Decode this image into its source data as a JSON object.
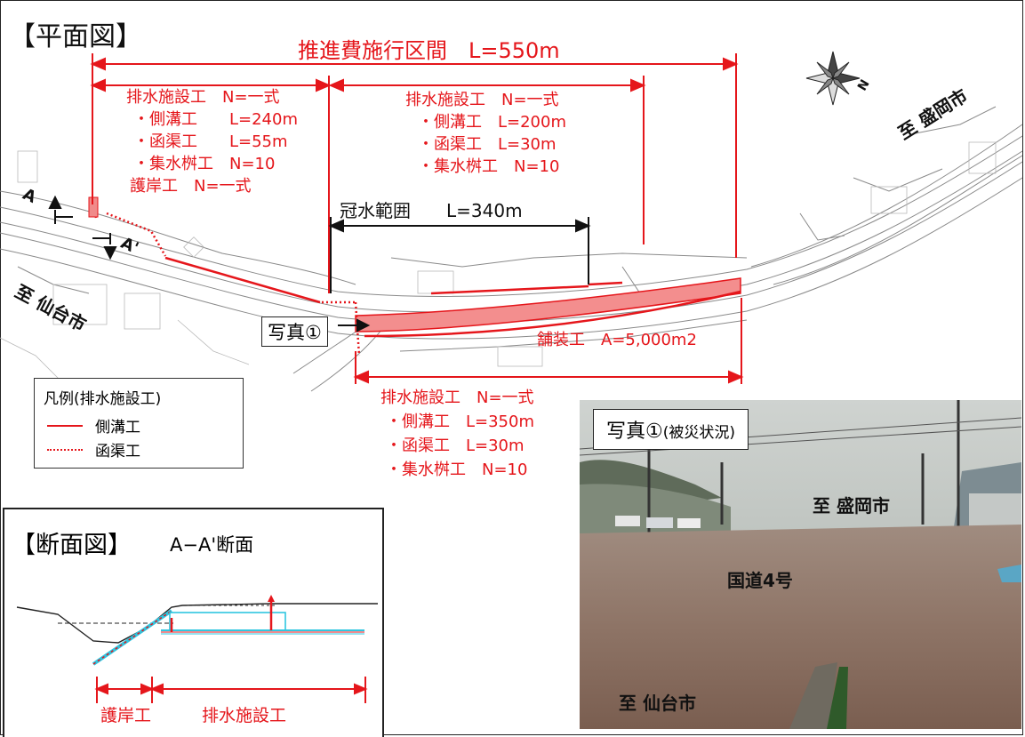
{
  "plan": {
    "title": "【平面図】",
    "total_section": "推進費施行区間　L=550m",
    "left_block": {
      "title": "排水施設工　N=一式",
      "items": [
        "・側溝工　　L=240m",
        "・函渠工　　L=55m",
        "・集水桝工　N=10"
      ],
      "revetment": "護岸工　N=一式"
    },
    "mid_block": {
      "title": "排水施設工　N=一式",
      "items": [
        "・側溝工　L=200m",
        "・函渠工　L=30m",
        "・集水桝工　N=10"
      ]
    },
    "flood": "冠水範囲　　L=340m",
    "pavement": "舗装工　A=5,000m2",
    "bottom_block": {
      "title": "排水施設工　N=一式",
      "items": [
        "・側溝工　L=350m",
        "・函渠工　L=30m",
        "・集水桝工　N=10"
      ]
    },
    "to_morioka": "至 盛岡市",
    "to_sendai": "至 仙台市",
    "photo_marker": "写真①",
    "section_mark_a": "A",
    "section_mark_a2": "A'",
    "compass_letter": "N"
  },
  "legend": {
    "title": "凡例(排水施設工)",
    "items": [
      {
        "label": "側溝工",
        "style": "solid",
        "color": "#e5161b"
      },
      {
        "label": "函渠工",
        "style": "dotted",
        "color": "#e5161b"
      }
    ]
  },
  "section": {
    "title": "【断面図】",
    "subtitle": "A−A'断面",
    "revetment": "護岸工",
    "drainage": "排水施設工"
  },
  "photo": {
    "label": "写真①",
    "label_small": "(被災状況)",
    "to_morioka": "至 盛岡市",
    "route": "国道4号",
    "to_sendai": "至 仙台市"
  },
  "colors": {
    "accent": "#e5161b",
    "cyan": "#2fc6e0"
  }
}
